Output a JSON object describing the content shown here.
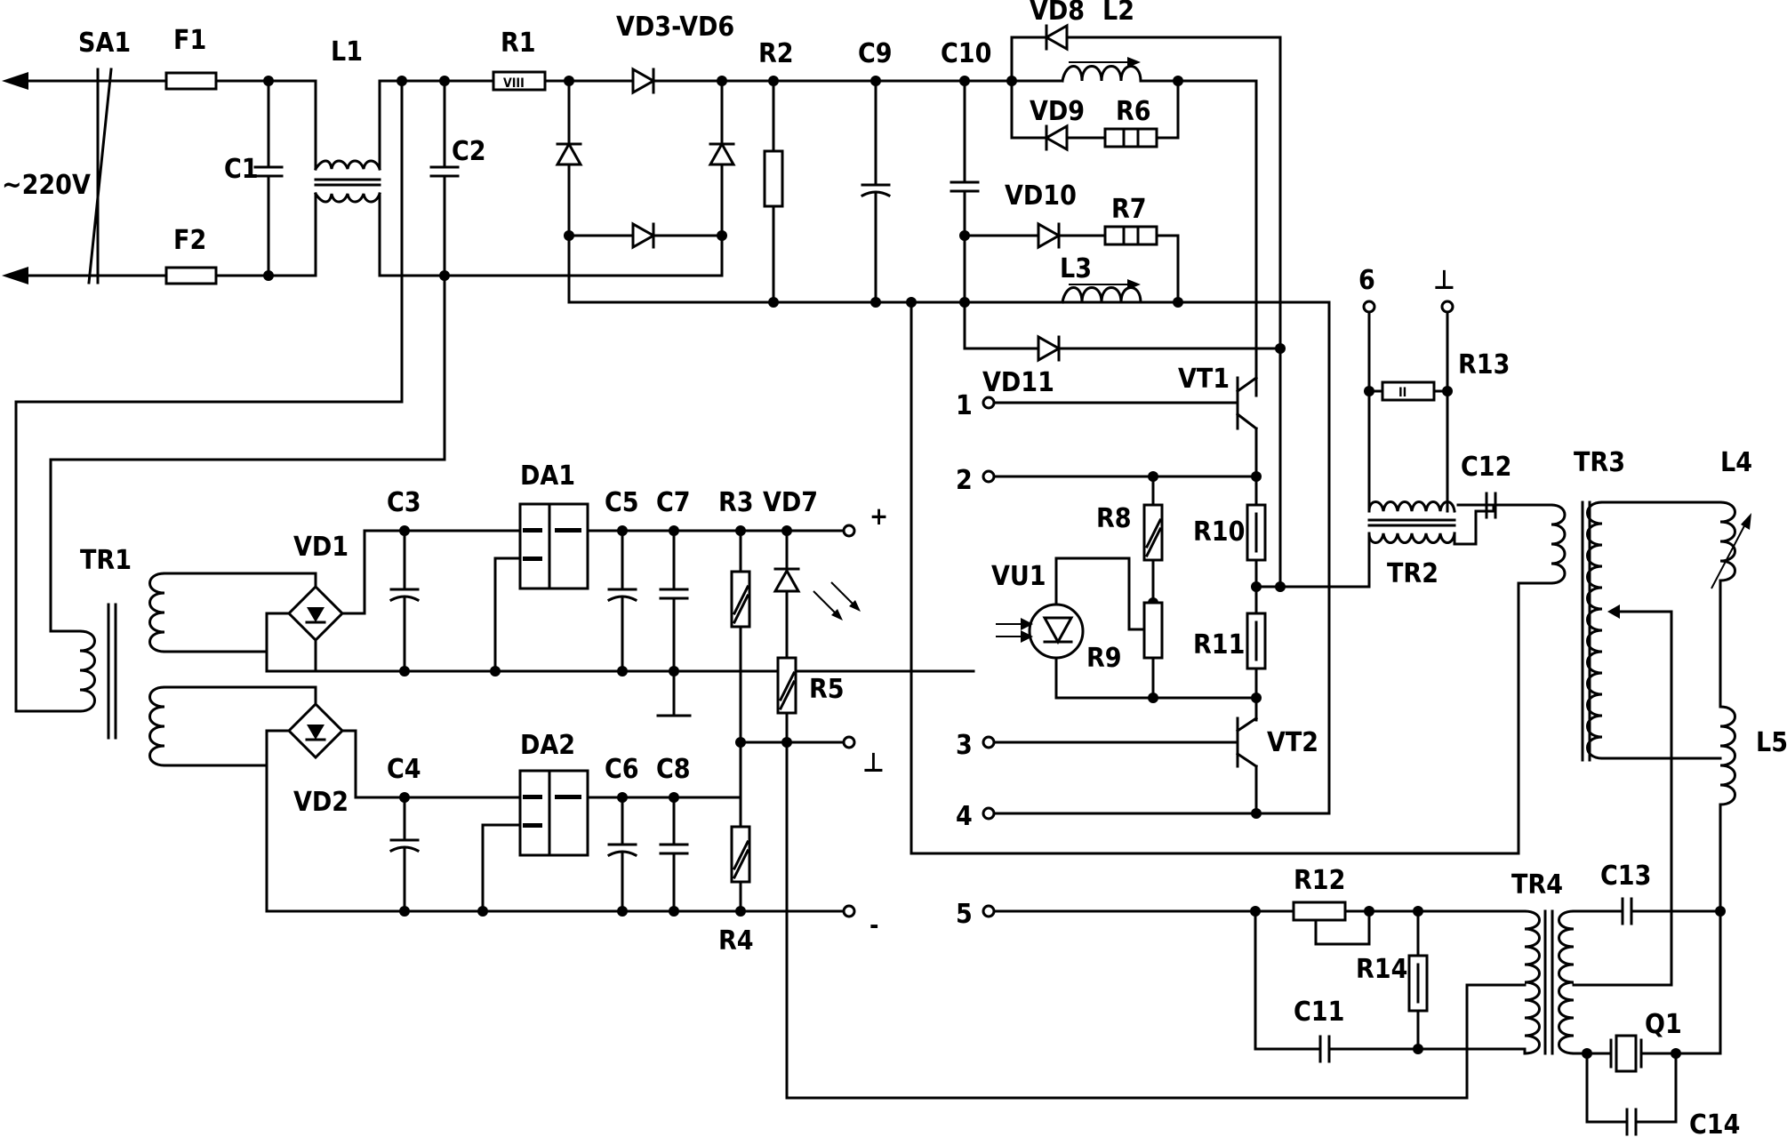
{
  "diagram": {
    "labels": {
      "SA1": "SA1",
      "F1": "F1",
      "F2": "F2",
      "L1": "L1",
      "C1": "C1",
      "C2": "C2",
      "R1": "R1",
      "VD3_VD6": "VD3-VD6",
      "R2": "R2",
      "C9": "C9",
      "C10": "C10",
      "VD8": "VD8",
      "L2": "L2",
      "VD9": "VD9",
      "R6": "R6",
      "VD10": "VD10",
      "R7": "R7",
      "L3": "L3",
      "VD11": "VD11",
      "VT1": "VT1",
      "VT2": "VT2",
      "R8": "R8",
      "R9": "R9",
      "R10": "R10",
      "R11": "R11",
      "VU1": "VU1",
      "TR1": "TR1",
      "TR2": "TR2",
      "TR3": "TR3",
      "TR4": "TR4",
      "VD1": "VD1",
      "VD2": "VD2",
      "C3": "C3",
      "C4": "C4",
      "DA1": "DA1",
      "DA2": "DA2",
      "C5": "C5",
      "C6": "C6",
      "C7": "C7",
      "C8": "C8",
      "R3": "R3",
      "R4": "R4",
      "VD7": "VD7",
      "R5": "R5",
      "R12": "R12",
      "R13": "R13",
      "R14": "R14",
      "C11": "C11",
      "C12": "C12",
      "C13": "C13",
      "C14": "C14",
      "L4": "L4",
      "L5": "L5",
      "Q1": "Q1"
    },
    "supply": "~220V",
    "terminals": {
      "t1": "1",
      "t2": "2",
      "t3": "3",
      "t4": "4",
      "t5": "5",
      "t6": "6",
      "plus": "+",
      "minus": "-",
      "ground": "⊥",
      "ground_top": "⊥"
    },
    "r1_marking": "VIII",
    "r13_marking": "II"
  }
}
